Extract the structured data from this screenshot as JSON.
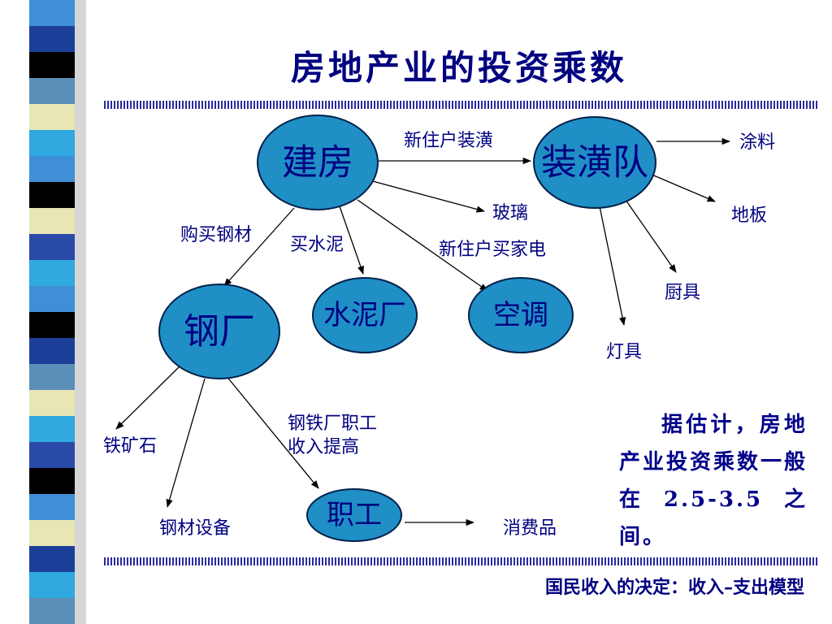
{
  "slide": {
    "title": "房地产业的投资乘数",
    "footer": "国民收入的决定：收入–支出模型",
    "note": "据估计，房地产业投资乘数一般在2.5-3.5之间。"
  },
  "diagram": {
    "nodes": {
      "jianfang": "建房",
      "zhuanghuang": "装潢队",
      "gangchang": "钢厂",
      "shuinichang": "水泥厂",
      "kongtiao": "空调",
      "zhigong": "职工"
    },
    "labels": {
      "tuliao": "涂料",
      "diban": "地板",
      "chuju": "厨具",
      "dengju": "灯具",
      "boli": "玻璃",
      "tiekuangshi": "铁矿石",
      "gangcaishebei": "钢材设备",
      "xiaofeipin": "消费品"
    },
    "edge_labels": {
      "xinzhuhu_zhuanghuang": "新住户装潢",
      "goumai_gangcai": "购买钢材",
      "mai_shuini": "买水泥",
      "xinzhuhu_jiadian": "新住户买家电",
      "gangtie_line1": "钢铁厂职工",
      "gangtie_line2": "收入提高"
    }
  },
  "colors": {
    "node_fill": "#1f8fc6",
    "text_navy": "#000080",
    "stripe_colors": [
      "#1c3f99",
      "#3e8fd6",
      "#000000",
      "#e8e6b4",
      "#5b8fb8",
      "#2fa9e0",
      "#2a4aa8"
    ]
  }
}
